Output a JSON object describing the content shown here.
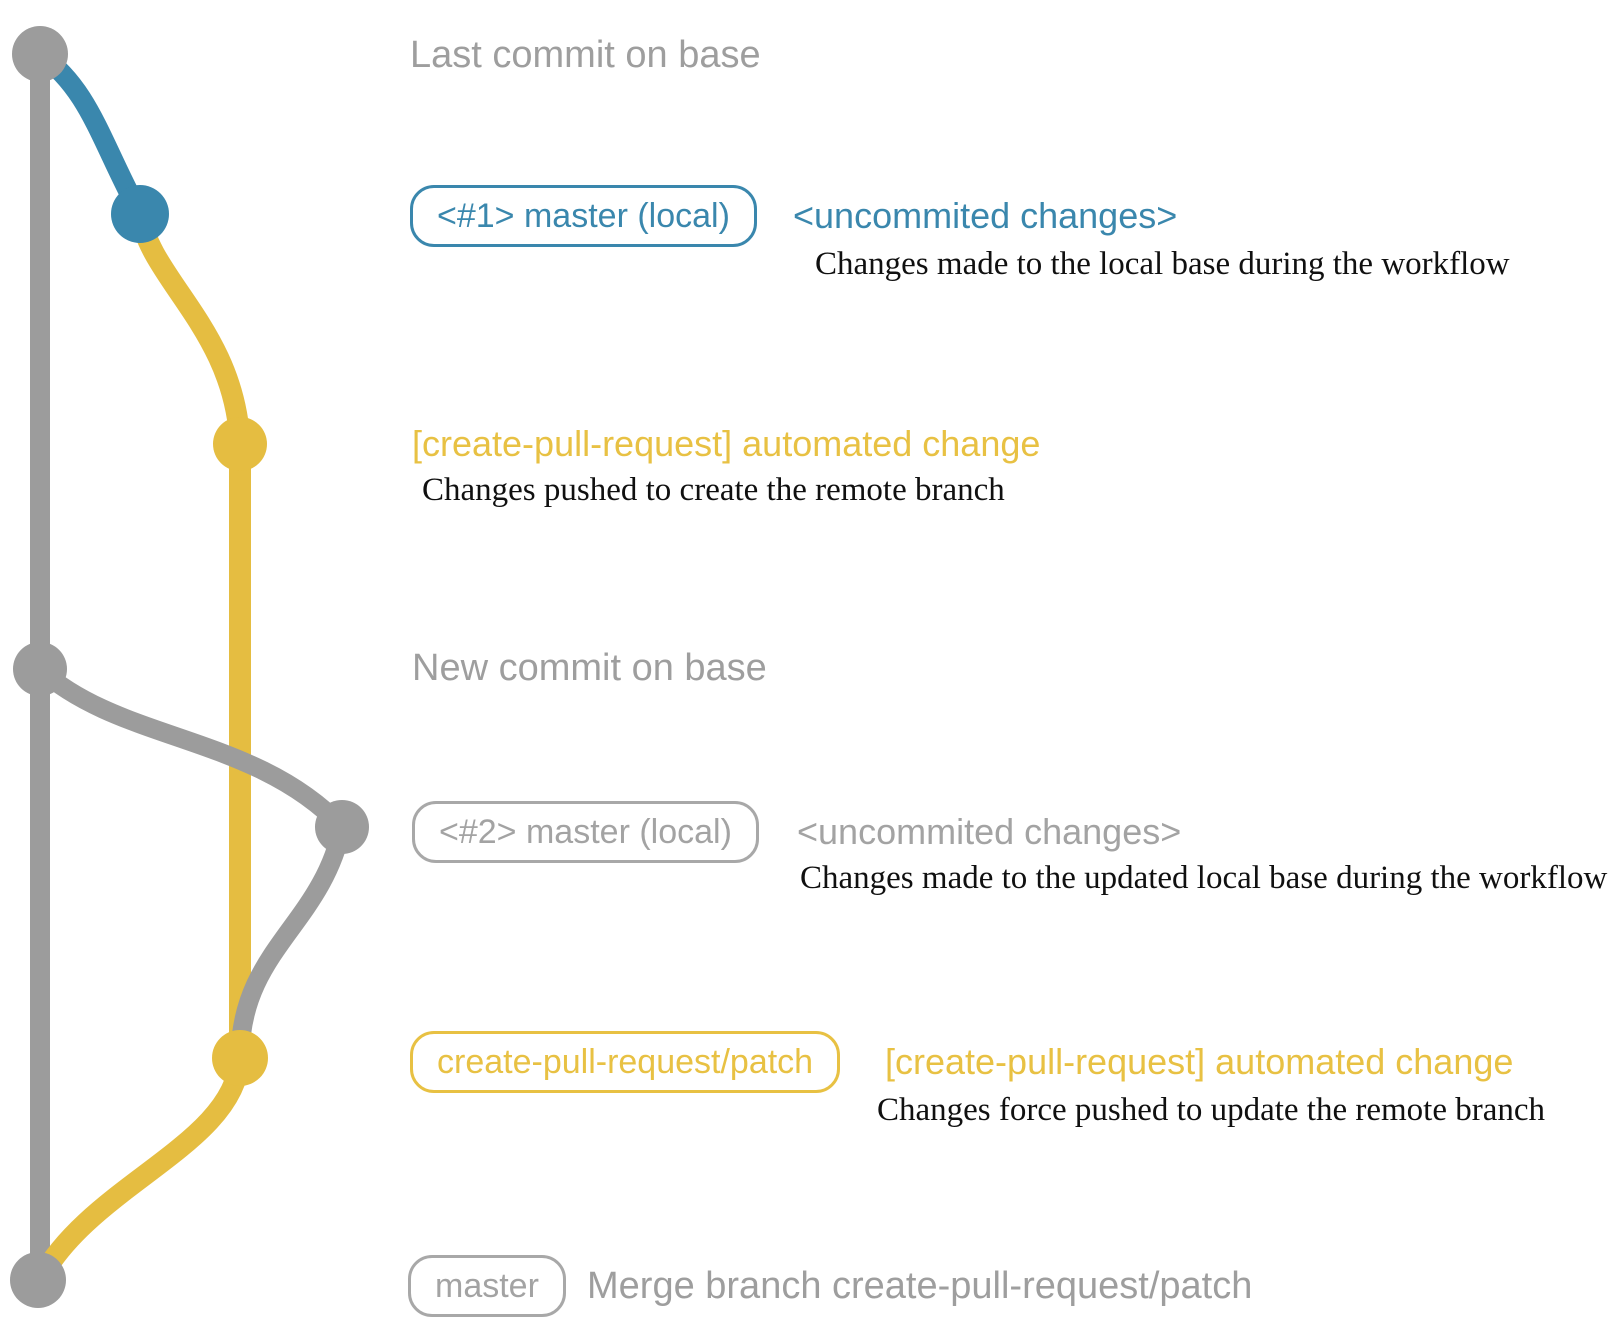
{
  "diagram_title": "create-pull-request action git workflow diagram",
  "colors": {
    "base_gray": "#9c9c9c",
    "branch_blue": "#3a87ad",
    "branch_yellow": "#e5bd41",
    "label_gray": "#9e9e9e",
    "description_black": "#101010"
  },
  "rows": {
    "last_commit": {
      "label": "Last commit on base"
    },
    "local1": {
      "badge": "<#1> master (local)",
      "annotation": "<uncommited changes>",
      "description": "Changes made to the local base during the workflow"
    },
    "remote1": {
      "annotation": "[create-pull-request] automated change",
      "description": "Changes pushed to create the remote branch"
    },
    "new_commit": {
      "label": "New commit on base"
    },
    "local2": {
      "badge": "<#2> master (local)",
      "annotation": "<uncommited changes>",
      "description": "Changes made to the updated local base during the workflow"
    },
    "remote2": {
      "badge": "create-pull-request/patch",
      "annotation": "[create-pull-request] automated change",
      "description": "Changes force pushed to update the remote branch"
    },
    "merge": {
      "badge": "master",
      "label": "Merge branch create-pull-request/patch"
    }
  }
}
